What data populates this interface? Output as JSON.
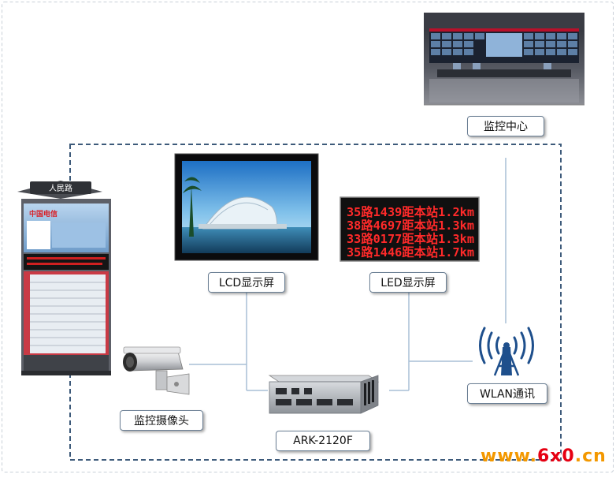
{
  "nodes": {
    "monitoring_center": "监控中心",
    "lcd_screen": "LCD显示屏",
    "led_screen": "LED显示屏",
    "wlan": "WLAN通讯",
    "camera": "监控摄像头",
    "computer": "ARK-2120F"
  },
  "kiosk": {
    "sign": "人民路",
    "brand": "中国电信"
  },
  "led_rows": [
    "35路1439距本站1.2km",
    "38路4697距本站1.3km",
    "33路0177距本站1.3km",
    "35路1446距本站1.7km"
  ],
  "watermark": {
    "prefix": "www.",
    "main": "6x0",
    "suffix": ".cn"
  },
  "colors": {
    "dashed_line": "#3d5a7a",
    "connector": "#a9bfd6",
    "led_text": "#ff2a2a",
    "watermark_orange": "#f39800",
    "watermark_red": "#e60012"
  }
}
